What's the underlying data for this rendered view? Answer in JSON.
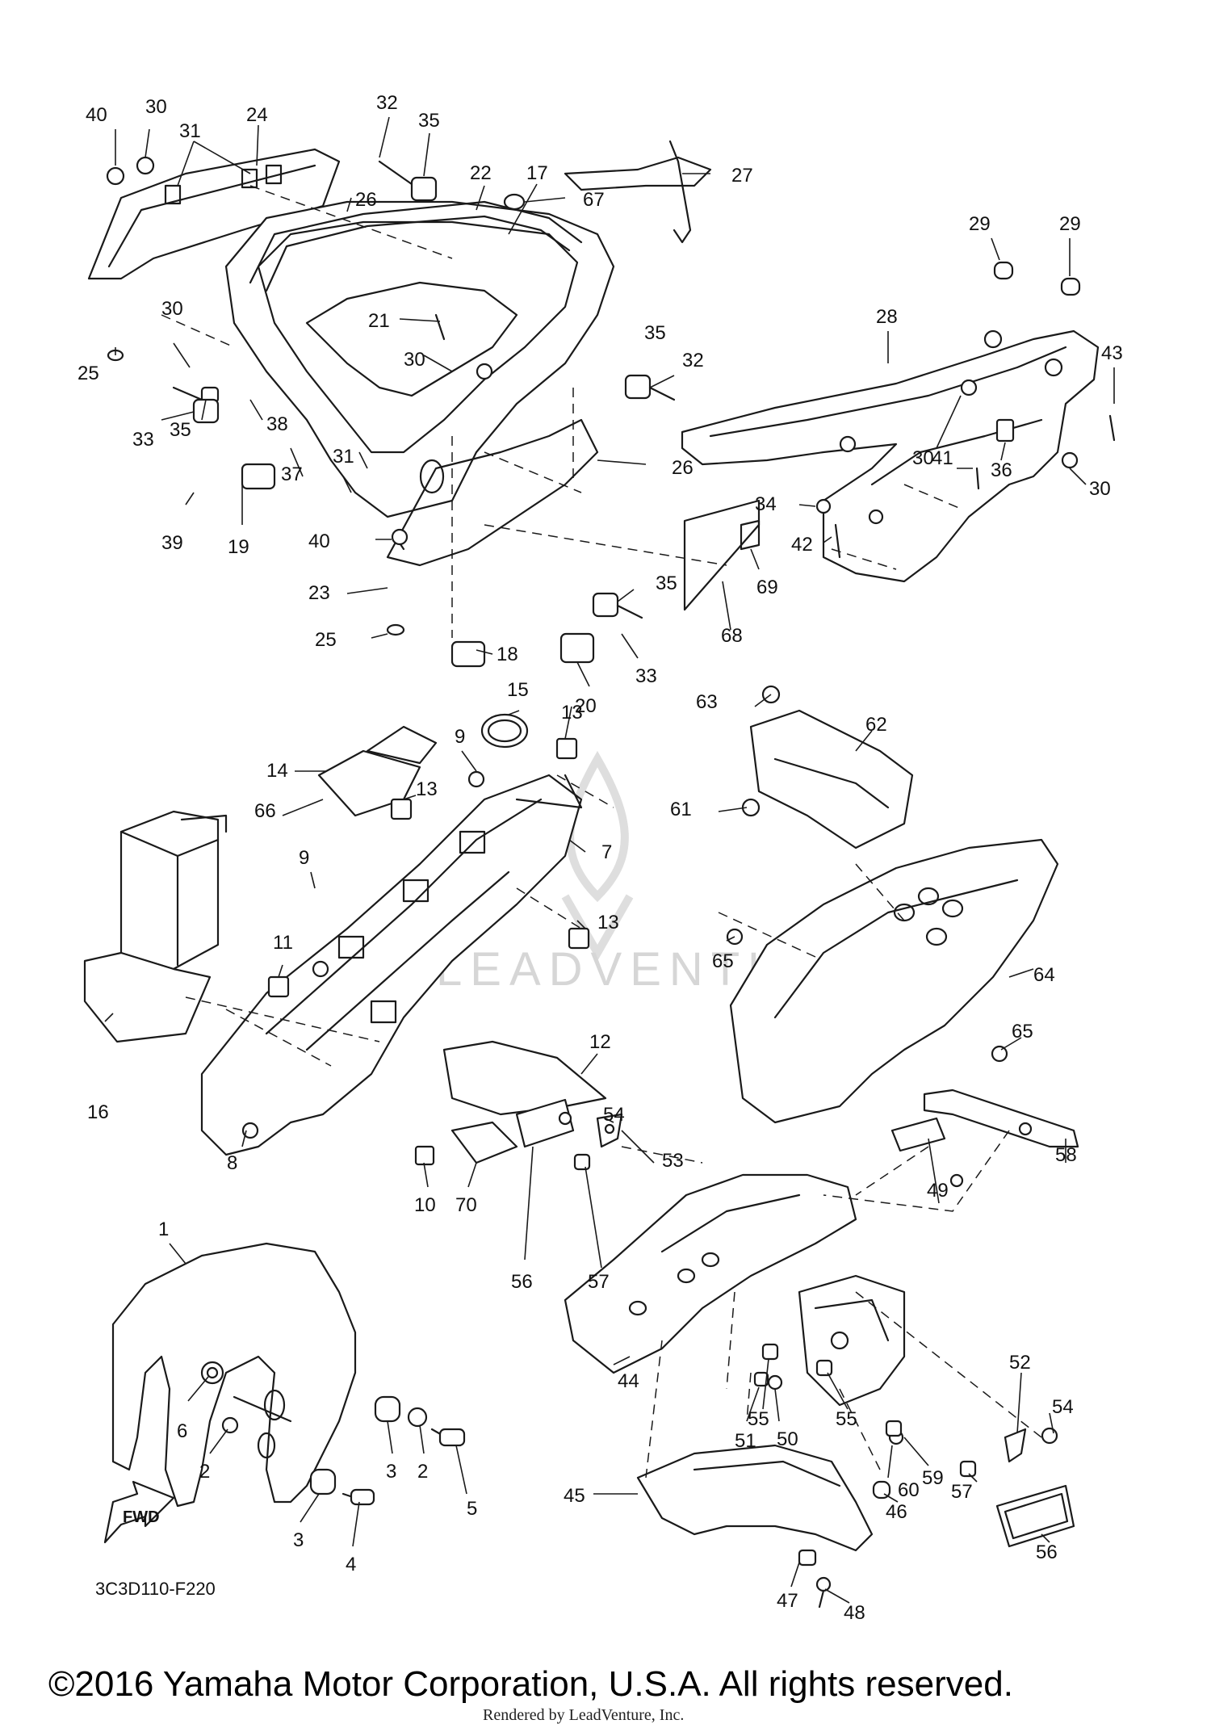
{
  "diagram_code": "3C3D110-F220",
  "fwd_label": "FWD",
  "copyright": "©2016 Yamaha Motor Corporation, U.S.A. All rights reserved.",
  "rendered_by": "Rendered by LeadVenture, Inc.",
  "watermark": "LEADVENTURE",
  "callouts": [
    {
      "label": "40"
    },
    {
      "label": "30"
    },
    {
      "label": "31"
    },
    {
      "label": "24"
    },
    {
      "label": "32"
    },
    {
      "label": "35"
    },
    {
      "label": "22"
    },
    {
      "label": "17"
    },
    {
      "label": "27"
    },
    {
      "label": "67"
    },
    {
      "label": "26"
    },
    {
      "label": "25"
    },
    {
      "label": "30"
    },
    {
      "label": "21"
    },
    {
      "label": "35"
    },
    {
      "label": "32"
    },
    {
      "label": "30"
    },
    {
      "label": "33"
    },
    {
      "label": "35"
    },
    {
      "label": "38"
    },
    {
      "label": "37"
    },
    {
      "label": "31"
    },
    {
      "label": "26"
    },
    {
      "label": "39"
    },
    {
      "label": "19"
    },
    {
      "label": "40"
    },
    {
      "label": "23"
    },
    {
      "label": "25"
    },
    {
      "label": "18"
    },
    {
      "label": "35"
    },
    {
      "label": "33"
    },
    {
      "label": "20"
    },
    {
      "label": "29"
    },
    {
      "label": "29"
    },
    {
      "label": "28"
    },
    {
      "label": "43"
    },
    {
      "label": "30"
    },
    {
      "label": "41"
    },
    {
      "label": "36"
    },
    {
      "label": "30"
    },
    {
      "label": "34"
    },
    {
      "label": "42"
    },
    {
      "label": "69"
    },
    {
      "label": "68"
    },
    {
      "label": "15"
    },
    {
      "label": "13"
    },
    {
      "label": "14"
    },
    {
      "label": "9"
    },
    {
      "label": "66"
    },
    {
      "label": "13"
    },
    {
      "label": "7"
    },
    {
      "label": "9"
    },
    {
      "label": "13"
    },
    {
      "label": "11"
    },
    {
      "label": "16"
    },
    {
      "label": "8"
    },
    {
      "label": "10"
    },
    {
      "label": "70"
    },
    {
      "label": "12"
    },
    {
      "label": "63"
    },
    {
      "label": "62"
    },
    {
      "label": "61"
    },
    {
      "label": "65"
    },
    {
      "label": "64"
    },
    {
      "label": "65"
    },
    {
      "label": "54"
    },
    {
      "label": "53"
    },
    {
      "label": "56"
    },
    {
      "label": "57"
    },
    {
      "label": "58"
    },
    {
      "label": "49"
    },
    {
      "label": "1"
    },
    {
      "label": "6"
    },
    {
      "label": "2"
    },
    {
      "label": "3"
    },
    {
      "label": "2"
    },
    {
      "label": "5"
    },
    {
      "label": "3"
    },
    {
      "label": "4"
    },
    {
      "label": "44"
    },
    {
      "label": "55"
    },
    {
      "label": "51"
    },
    {
      "label": "50"
    },
    {
      "label": "55"
    },
    {
      "label": "52"
    },
    {
      "label": "54"
    },
    {
      "label": "60"
    },
    {
      "label": "59"
    },
    {
      "label": "57"
    },
    {
      "label": "45"
    },
    {
      "label": "46"
    },
    {
      "label": "47"
    },
    {
      "label": "48"
    },
    {
      "label": "56"
    }
  ]
}
